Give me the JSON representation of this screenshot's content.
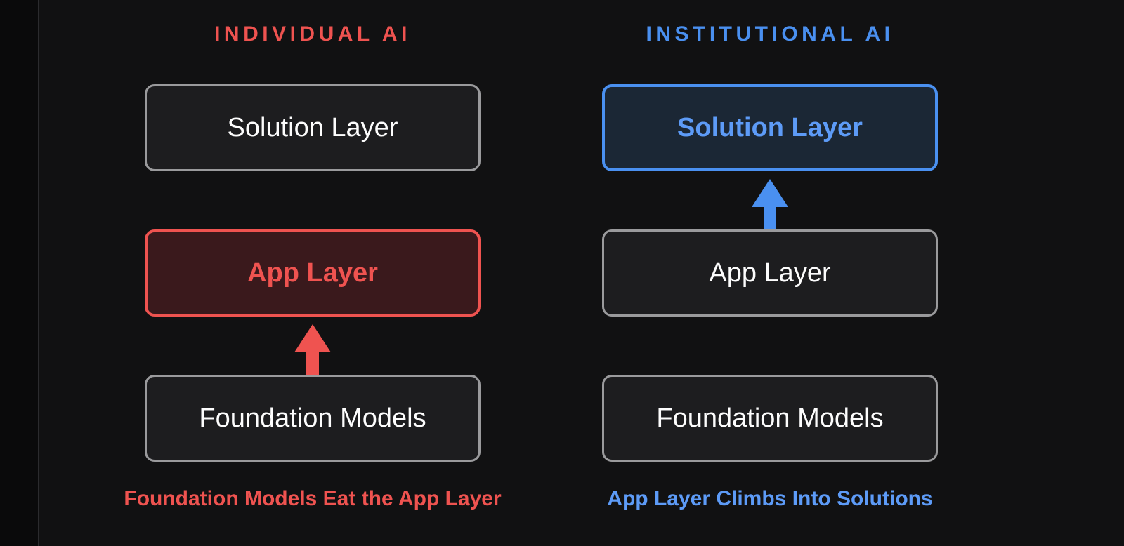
{
  "diagram": {
    "background_color": "#111112",
    "accent_red": "#ef5350",
    "accent_blue": "#4a90f0",
    "columns": [
      {
        "id": "individual-ai",
        "header": "INDIVIDUAL AI",
        "accent": "#ef5350",
        "caption": "Foundation Models Eat the App Layer",
        "highlighted_layer": "App Layer",
        "arrow": {
          "name": "red-up-arrow",
          "direction": "up",
          "color": "#ef5350",
          "from": "Foundation Models",
          "to": "App Layer"
        },
        "layers": [
          {
            "label": "Solution Layer",
            "state": "neutral"
          },
          {
            "label": "App Layer",
            "state": "highlighted-red"
          },
          {
            "label": "Foundation Models",
            "state": "neutral"
          }
        ]
      },
      {
        "id": "institutional-ai",
        "header": "INSTITUTIONAL AI",
        "accent": "#4a90f0",
        "caption": "App Layer Climbs Into Solutions",
        "highlighted_layer": "Solution Layer",
        "arrow": {
          "name": "blue-up-arrow",
          "direction": "up",
          "color": "#4a90f0",
          "from": "App Layer",
          "to": "Solution Layer"
        },
        "layers": [
          {
            "label": "Solution Layer",
            "state": "highlighted-blue"
          },
          {
            "label": "App Layer",
            "state": "neutral"
          },
          {
            "label": "Foundation Models",
            "state": "neutral"
          }
        ]
      }
    ]
  }
}
